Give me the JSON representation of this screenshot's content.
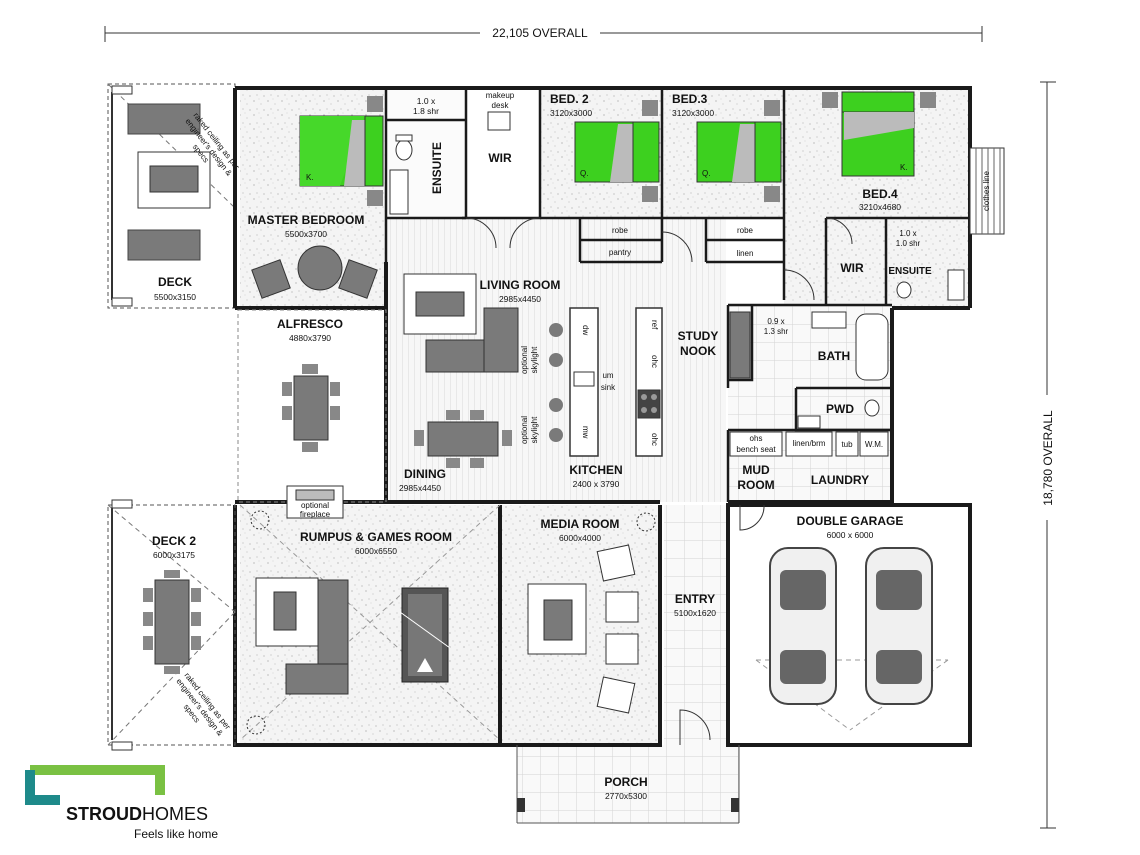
{
  "dimensions": {
    "overall_width": "22,105 OVERALL",
    "overall_depth": "18,780 OVERALL"
  },
  "rooms": {
    "deck": {
      "name": "DECK",
      "size": "5500x3150"
    },
    "master_bedroom": {
      "name": "MASTER BEDROOM",
      "size": "5500x3700"
    },
    "ensuite_master": {
      "name": "ENSUITE"
    },
    "shower_master": {
      "line1": "1.0 x",
      "line2": "1.8 shr"
    },
    "makeup_desk": {
      "line1": "makeup",
      "line2": "desk"
    },
    "wir_master": {
      "name": "WIR"
    },
    "bed2": {
      "name": "BED. 2",
      "size": "3120x3000"
    },
    "bed3": {
      "name": "BED.3",
      "size": "3120x3000"
    },
    "bed4": {
      "name": "BED.4",
      "size": "3210x4680"
    },
    "robe_bed2": {
      "name": "robe"
    },
    "robe_bed3": {
      "name": "robe"
    },
    "pantry": {
      "name": "pantry"
    },
    "linen": {
      "name": "linen"
    },
    "wir_bed4": {
      "name": "WIR"
    },
    "ensuite_bed4": {
      "name": "ENSUITE"
    },
    "shower_bed4": {
      "line1": "1.0 x",
      "line2": "1.0 shr"
    },
    "clothes_line": {
      "name": "clothes line"
    },
    "living_room": {
      "name": "LIVING ROOM",
      "size": "2985x4450"
    },
    "alfresco": {
      "name": "ALFRESCO",
      "size": "4880x3790"
    },
    "dining": {
      "name": "DINING",
      "size": "2985x4450"
    },
    "kitchen": {
      "name": "KITCHEN",
      "size": "2400 x 3790"
    },
    "skylight_1": {
      "line1": "optional",
      "line2": "skylight"
    },
    "skylight_2": {
      "line1": "optional",
      "line2": "skylight"
    },
    "um_sink": {
      "line1": "um",
      "line2": "sink"
    },
    "study_nook": {
      "line1": "STUDY",
      "line2": "NOOK"
    },
    "bath_shower": {
      "line1": "0.9 x",
      "line2": "1.3 shr"
    },
    "bath": {
      "name": "BATH"
    },
    "pwd": {
      "name": "PWD"
    },
    "ohs": {
      "name": "ohs"
    },
    "bench_seat": {
      "name": "bench seat"
    },
    "linen_brm": {
      "name": "linen/brm"
    },
    "tub": {
      "name": "tub"
    },
    "wm": {
      "name": "W.M."
    },
    "mud_room": {
      "line1": "MUD",
      "line2": "ROOM"
    },
    "laundry": {
      "name": "LAUNDRY"
    },
    "fireplace": {
      "line1": "optional",
      "line2": "fireplace"
    },
    "deck2": {
      "name": "DECK 2",
      "size": "6000x3175"
    },
    "rumpus": {
      "name": "RUMPUS & GAMES ROOM",
      "size": "6000x6550"
    },
    "media": {
      "name": "MEDIA ROOM",
      "size": "6000x4000"
    },
    "entry": {
      "name": "ENTRY",
      "size": "5100x1620"
    },
    "garage": {
      "name": "DOUBLE GARAGE",
      "size": "6000 x 6000"
    },
    "porch": {
      "name": "PORCH",
      "size": "2770x5300"
    }
  },
  "annotations": {
    "raked_ceiling_1": {
      "line1": "raked ceiling as per",
      "line2": "engineer's design &",
      "line3": "specs"
    },
    "raked_ceiling_2": {
      "line1": "raked ceiling as per",
      "line2": "engineer's design &",
      "line3": "specs"
    },
    "dw": "dw",
    "mw": "mw",
    "ref": "ref",
    "ohc_1": "ohc",
    "ohc_2": "ohc",
    "bed_size_k": "K.",
    "bed_size_q": "Q."
  },
  "brand": {
    "name_bold": "STROUD",
    "name_light": "HOMES",
    "tagline": "Feels like home",
    "color_green": "#7ac143",
    "color_dark": "#1e8a8a"
  },
  "colors": {
    "bed_green": "#3dd01f",
    "wall": "#1a1a1a",
    "furniture": "#7a7a7a"
  }
}
